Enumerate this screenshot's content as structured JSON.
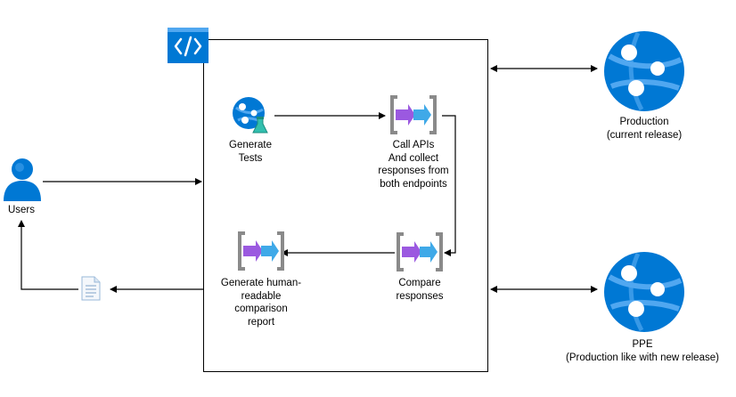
{
  "nodes": {
    "users": {
      "label": "Users",
      "icon": "user-icon"
    },
    "generate_tests": {
      "label": "Generate\nTests",
      "icon": "app-service-test-icon"
    },
    "call_apis": {
      "label": "Call APIs\nAnd collect\nresponses from\nboth endpoints",
      "icon": "api-connection-icon"
    },
    "compare": {
      "label": "Compare\nresponses",
      "icon": "api-connection-icon"
    },
    "generate_report": {
      "label": "Generate human-\nreadable\ncomparison\nreport",
      "icon": "api-connection-icon"
    },
    "report_doc": {
      "icon": "document-icon"
    },
    "production": {
      "label": "Production\n(current release)",
      "icon": "globe-app-icon"
    },
    "ppe": {
      "label": "PPE\n(Production like with new release)",
      "icon": "globe-app-icon"
    },
    "container": {
      "icon": "code-container-icon"
    }
  },
  "colors": {
    "azure_blue": "#0078d4",
    "azure_light": "#50a7f0",
    "purple_arrow": "#9b59e0",
    "cyan_arrow": "#3fa9e8",
    "gray_frame": "#8a8a8a"
  }
}
